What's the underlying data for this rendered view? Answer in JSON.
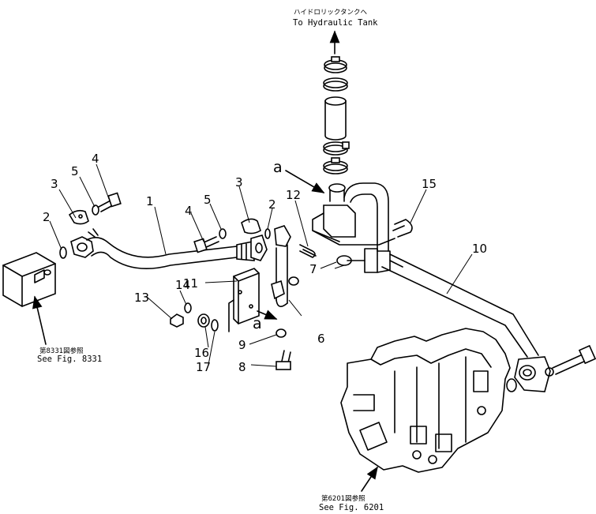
{
  "references": {
    "hydraulic_tank_jp": "ハイドロリックタンクへ",
    "hydraulic_tank_en": "To Hydraulic Tank",
    "fig8331_jp": "第8331図参照",
    "fig8331_en": "See Fig. 8331",
    "fig6201_jp": "第6201図参照",
    "fig6201_en": "See Fig. 6201"
  },
  "callouts": {
    "c1": "1",
    "c2a": "2",
    "c2b": "2",
    "c3a": "3",
    "c3b": "3",
    "c4a": "4",
    "c4b": "4",
    "c5a": "5",
    "c5b": "5",
    "c6": "6",
    "c7": "7",
    "c8": "8",
    "c9": "9",
    "c10": "10",
    "c11": "11",
    "c12": "12",
    "c13": "13",
    "c14": "14",
    "c15": "15",
    "c16": "16",
    "c17": "17",
    "a_top": "a",
    "a_mid": "a"
  }
}
